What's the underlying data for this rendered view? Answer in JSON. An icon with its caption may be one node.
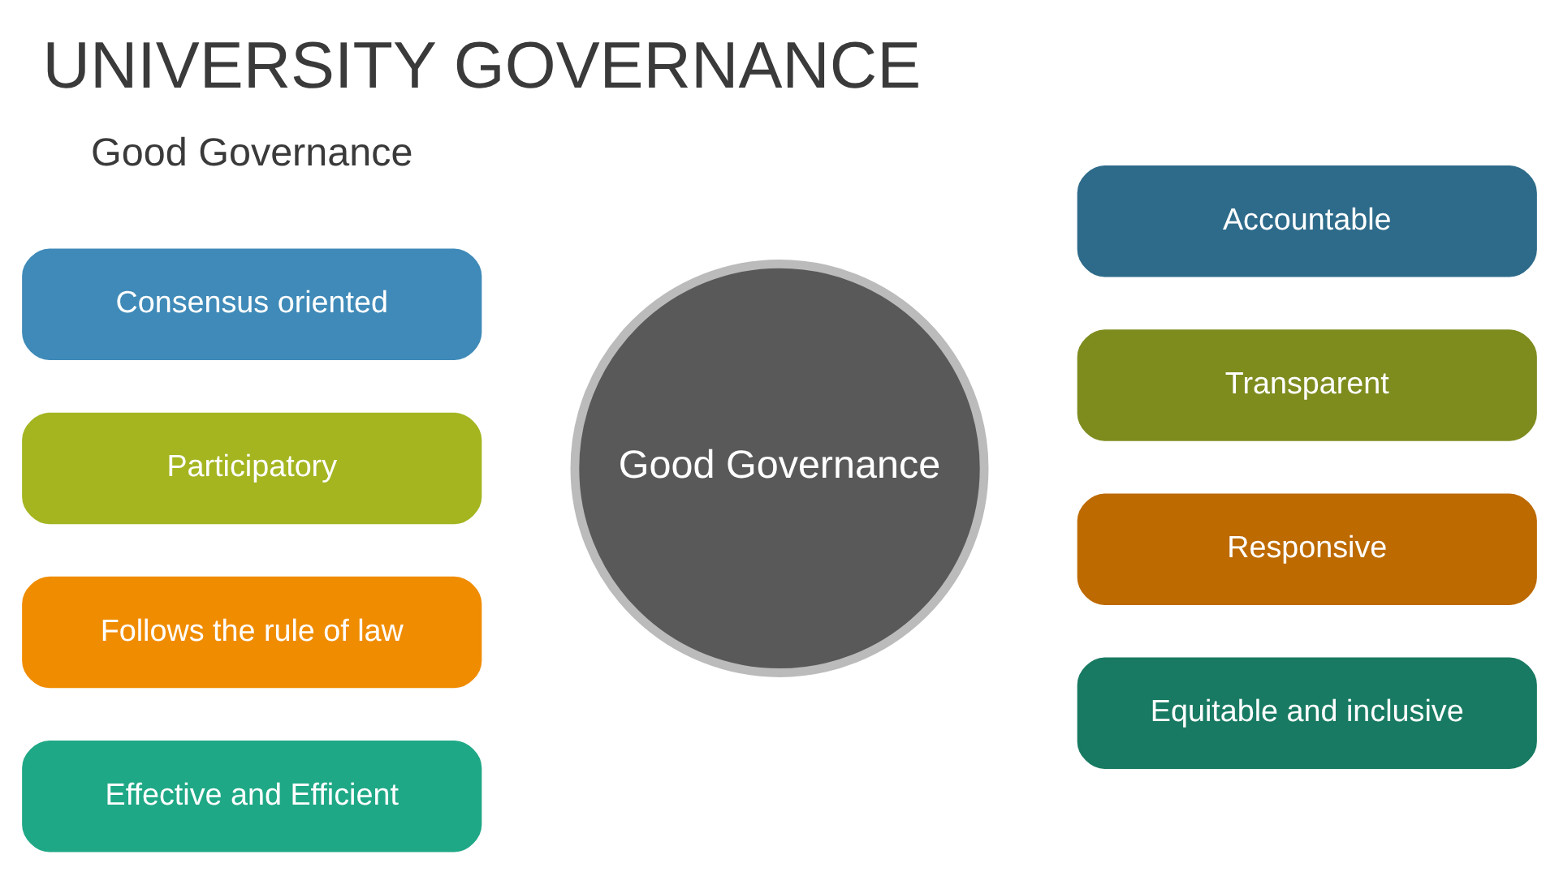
{
  "diagram": {
    "title": "UNIVERSITY GOVERNANCE",
    "nodes": [
      {
        "text": [
          "Consensus oriented"
        ]
      },
      {
        "text": [
          "Accountable"
        ]
      },
      {
        "text": [
          "Participatory"
        ]
      },
      {
        "text": [
          "Good Governance"
        ]
      },
      {
        "text": [
          "Transparent"
        ]
      },
      {
        "text": [
          "Follows the rule of law"
        ]
      },
      {
        "text": [
          "Responsive"
        ]
      },
      {
        "text": [
          "Effective and Efficient"
        ]
      },
      {
        "text": [
          "Equitable and inclusive"
        ]
      }
    ],
    "labels": [
      "Good Governance"
    ]
  }
}
